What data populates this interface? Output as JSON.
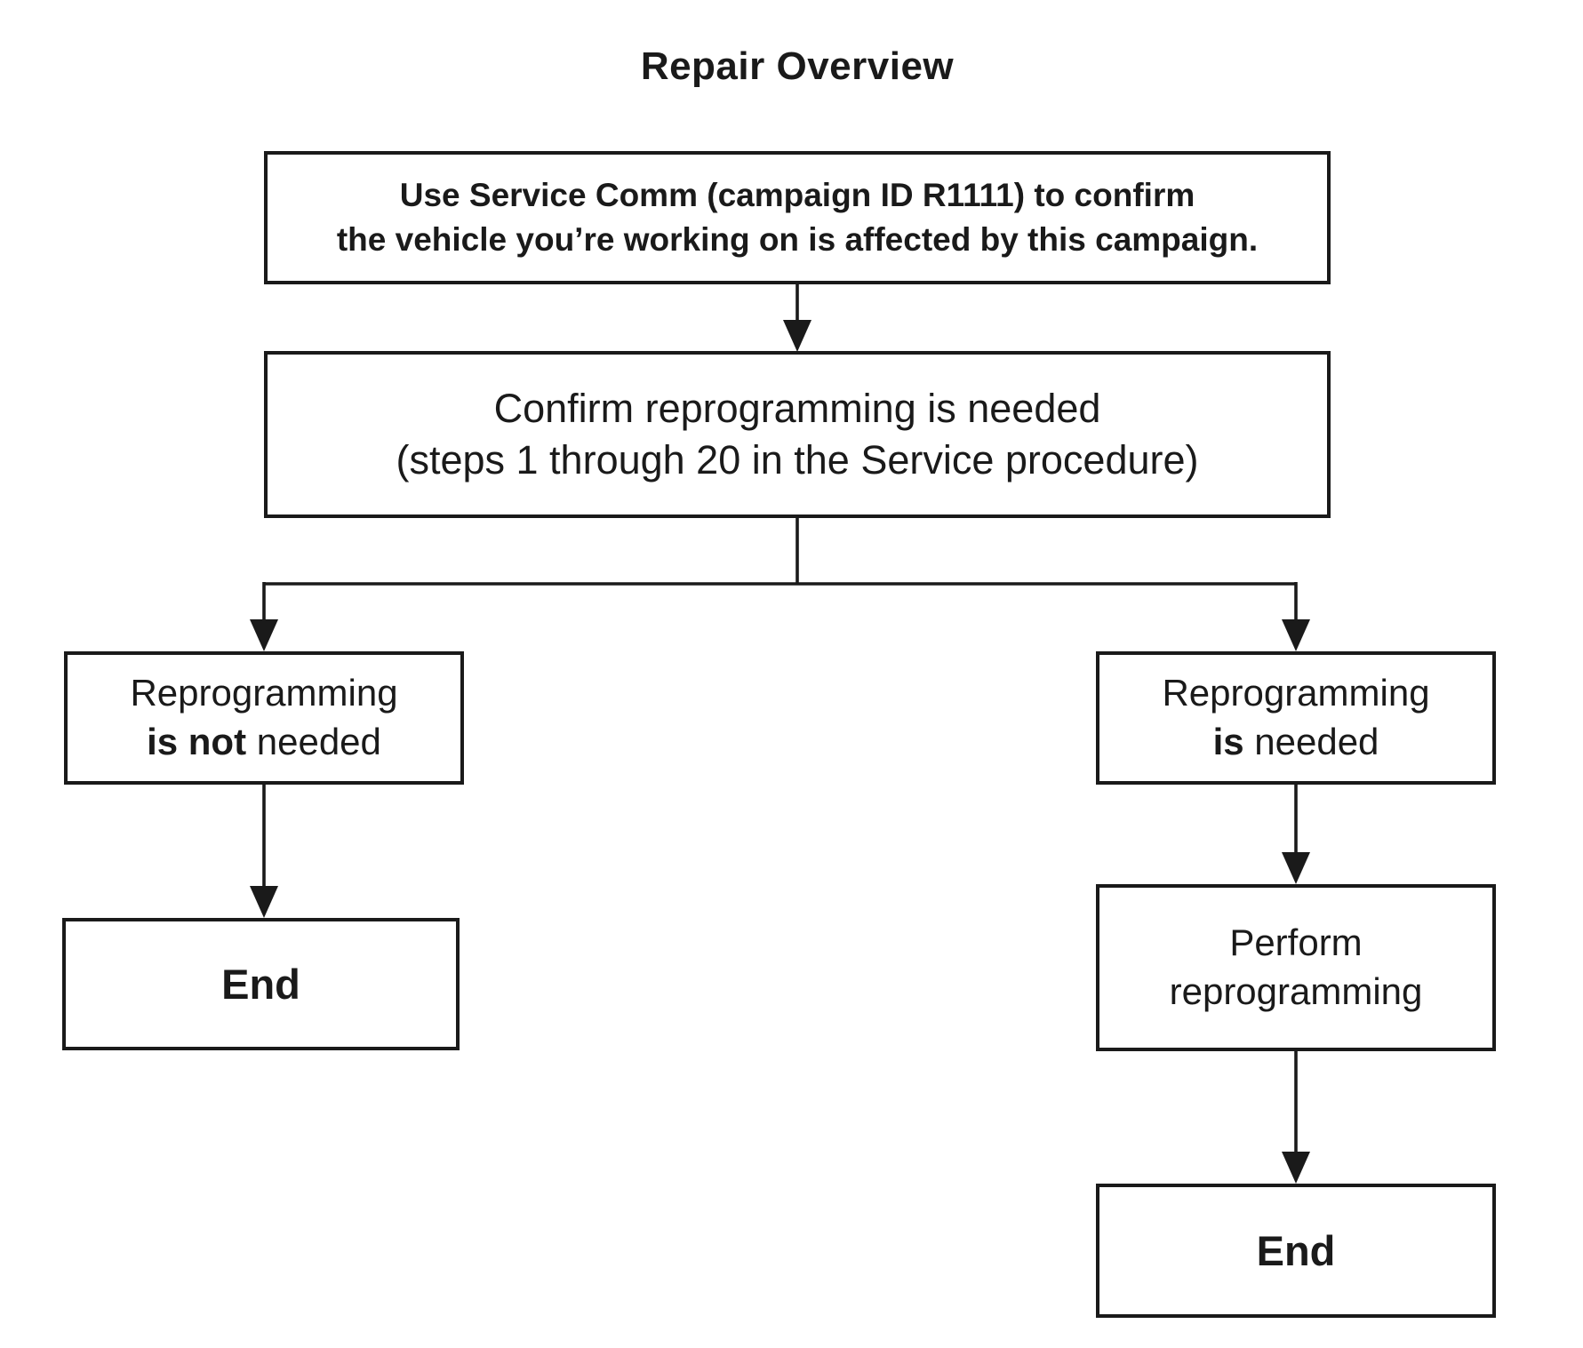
{
  "title": "Repair Overview",
  "flowchart": {
    "start_box": {
      "line1": "Use Service Comm (campaign ID R1111) to confirm",
      "line2": "the vehicle you’re working on is affected by this campaign."
    },
    "confirm_box": {
      "line1": "Confirm reprogramming is needed",
      "line2": "(steps 1 through 20 in the Service procedure)"
    },
    "left_branch": {
      "box_line1": "Reprogramming",
      "box_line2_bold": "is not",
      "box_line2_rest": " needed",
      "end_label": "End"
    },
    "right_branch": {
      "box_line1": "Reprogramming",
      "box_line2_bold": "is",
      "box_line2_rest": " needed",
      "perform_line1": "Perform",
      "perform_line2": "reprogramming",
      "end_label": "End"
    }
  },
  "colors": {
    "ink": "#1a1a1a",
    "background": "#ffffff"
  }
}
